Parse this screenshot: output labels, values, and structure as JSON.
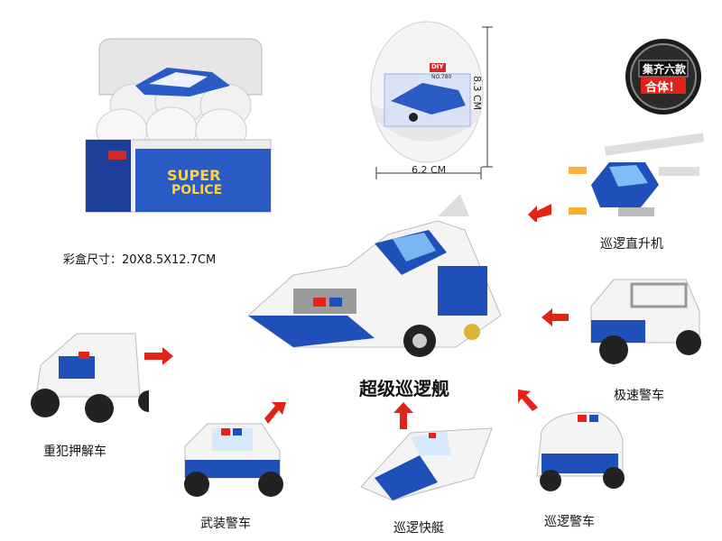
{
  "badge": {
    "top_text": "集齐六款",
    "bottom_text": "合体!"
  },
  "box": {
    "brand_line1": "SUPER",
    "brand_line2": "POLICE",
    "size_label": "彩盒尺寸：20X8.5X12.7CM"
  },
  "capsule": {
    "width_label": "6.2 CM",
    "height_label": "8.3 CM",
    "diy_label": "DIY",
    "no_label": "NO.780"
  },
  "main_model": {
    "name": "超级巡逻舰"
  },
  "models": [
    {
      "name": "巡逻直升机"
    },
    {
      "name": "极速警车"
    },
    {
      "name": "巡逻警车"
    },
    {
      "name": "巡逻快艇"
    },
    {
      "name": "武装警车"
    },
    {
      "name": "重犯押解车"
    }
  ],
  "colors": {
    "blue": "#1f4fb8",
    "white": "#f4f4f4",
    "grey": "#9a9a9a",
    "arrow": "#e2231a",
    "black": "#222222"
  }
}
